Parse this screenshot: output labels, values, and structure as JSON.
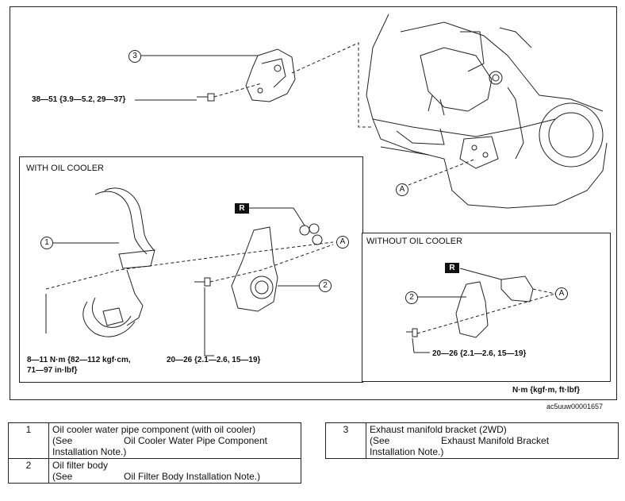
{
  "callouts": {
    "one": "1",
    "two": "2",
    "three": "3",
    "a": "A",
    "r": "R"
  },
  "labels": {
    "torque_bracket": "38—51 {3.9—5.2, 29—37}",
    "with_oil_cooler": "WITH OIL COOLER",
    "without_oil_cooler": "WITHOUT OIL COOLER",
    "torque_pipe_l1": "8—11 N·m {82—112 kgf·cm,",
    "torque_pipe_l2": "71—97 in·lbf}",
    "torque_filter_with": "20—26 {2.1—2.6, 15—19}",
    "torque_filter_without": "20—26 {2.1—2.6, 15—19}",
    "units": "N·m {kgf·m, ft·lbf}",
    "figure_id": "ac5uuw00001657"
  },
  "legend": {
    "row1": {
      "num": "1",
      "title": "Oil cooler water pipe component (with oil cooler)",
      "see": "(See",
      "ref": "Oil Cooler Water Pipe Component",
      "ref2": "Installation Note.)"
    },
    "row2": {
      "num": "2",
      "title": "Oil filter body",
      "see": "(See",
      "ref": "Oil Filter Body Installation Note.)"
    },
    "row3": {
      "num": "3",
      "title": "Exhaust manifold bracket (2WD)",
      "see": "(See",
      "ref": "Exhaust Manifold Bracket",
      "ref2": "Installation Note.)"
    }
  }
}
